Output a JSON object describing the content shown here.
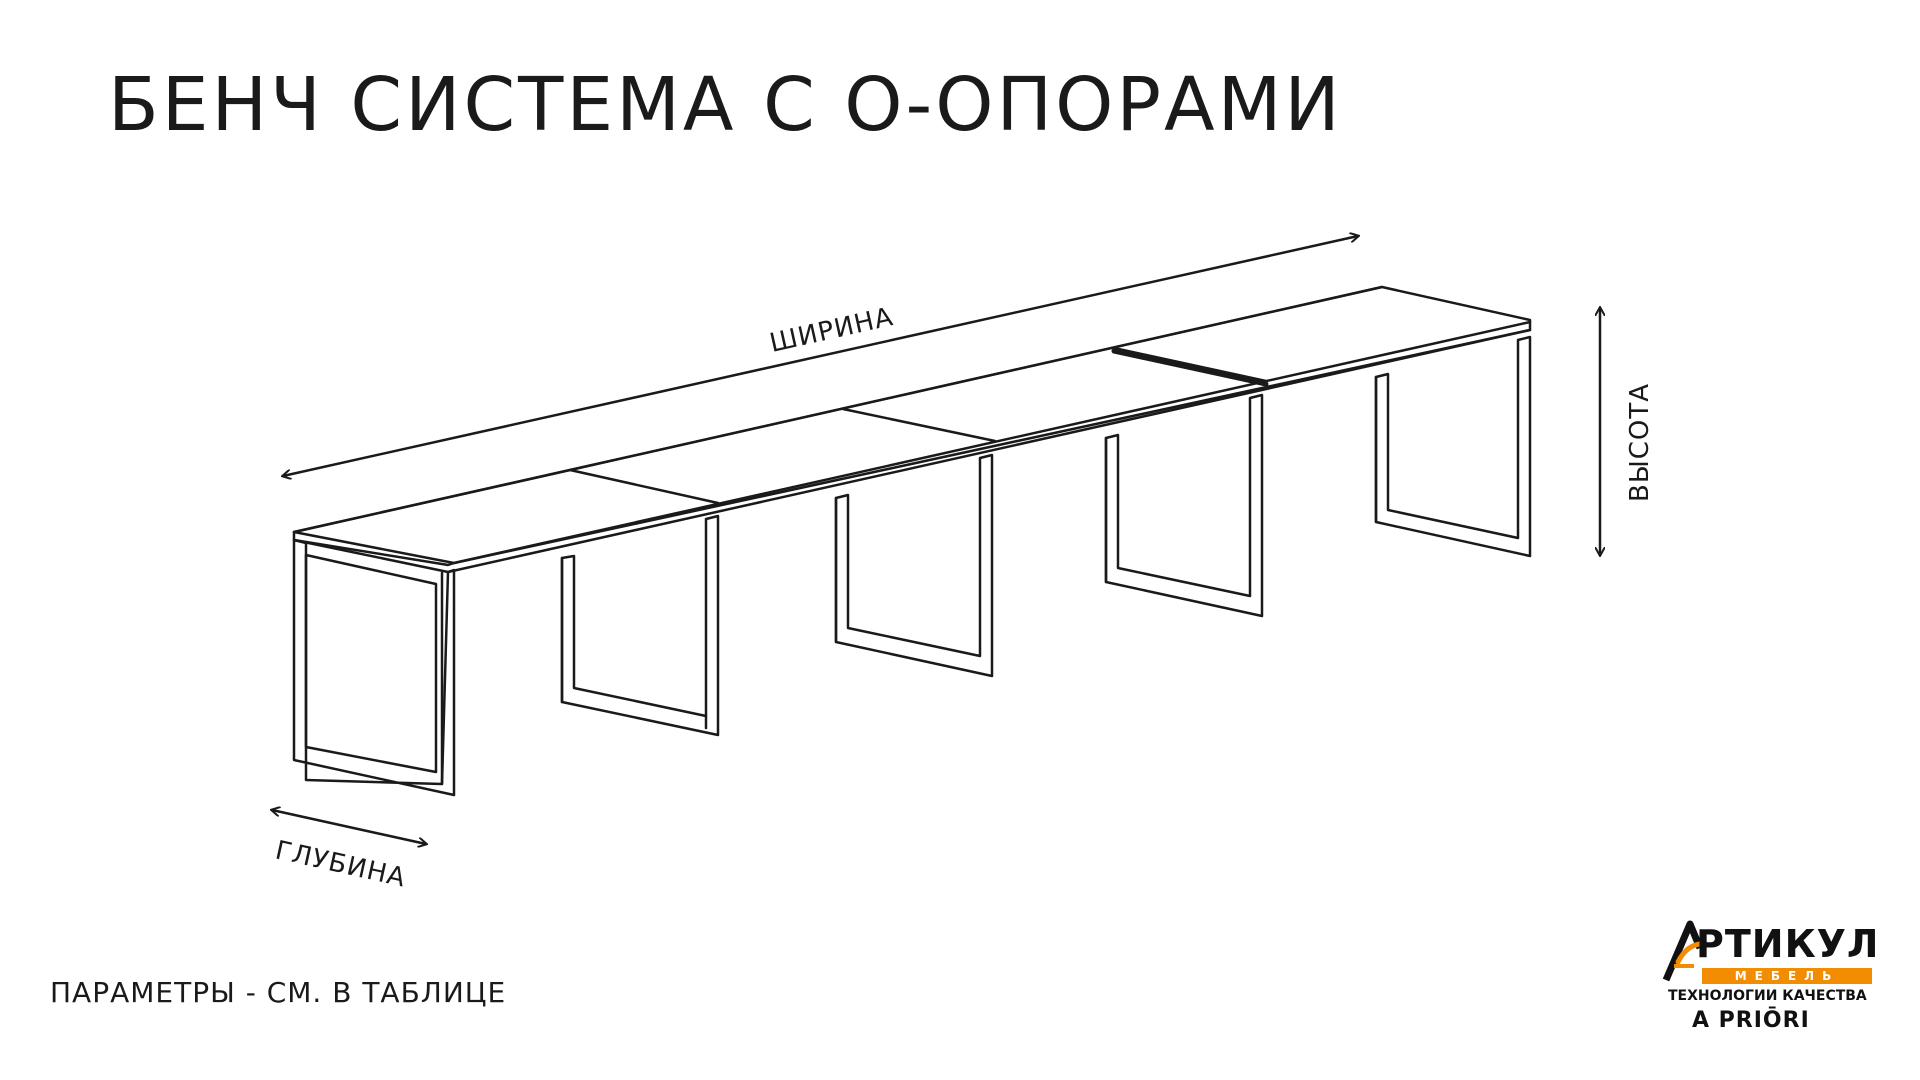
{
  "title": "БЕНЧ СИСТЕМА С О-ОПОРАМИ",
  "dimensions": {
    "width_label": "ШИРИНА",
    "height_label": "ВЫСОТА",
    "depth_label": "ГЛУБИНА"
  },
  "footnote": "ПАРАМЕТРЫ - СМ. В ТАБЛИЦЕ",
  "logo": {
    "brand": "РТИКУЛ",
    "sub": "МЕБЕЛЬ",
    "tagline": "ТЕХНОЛОГИИ КАЧЕСТВА",
    "apriori": "A PRIŌRI",
    "accent_color": "#f28c00"
  },
  "colors": {
    "line": "#1a1a1a",
    "background": "#ffffff"
  }
}
